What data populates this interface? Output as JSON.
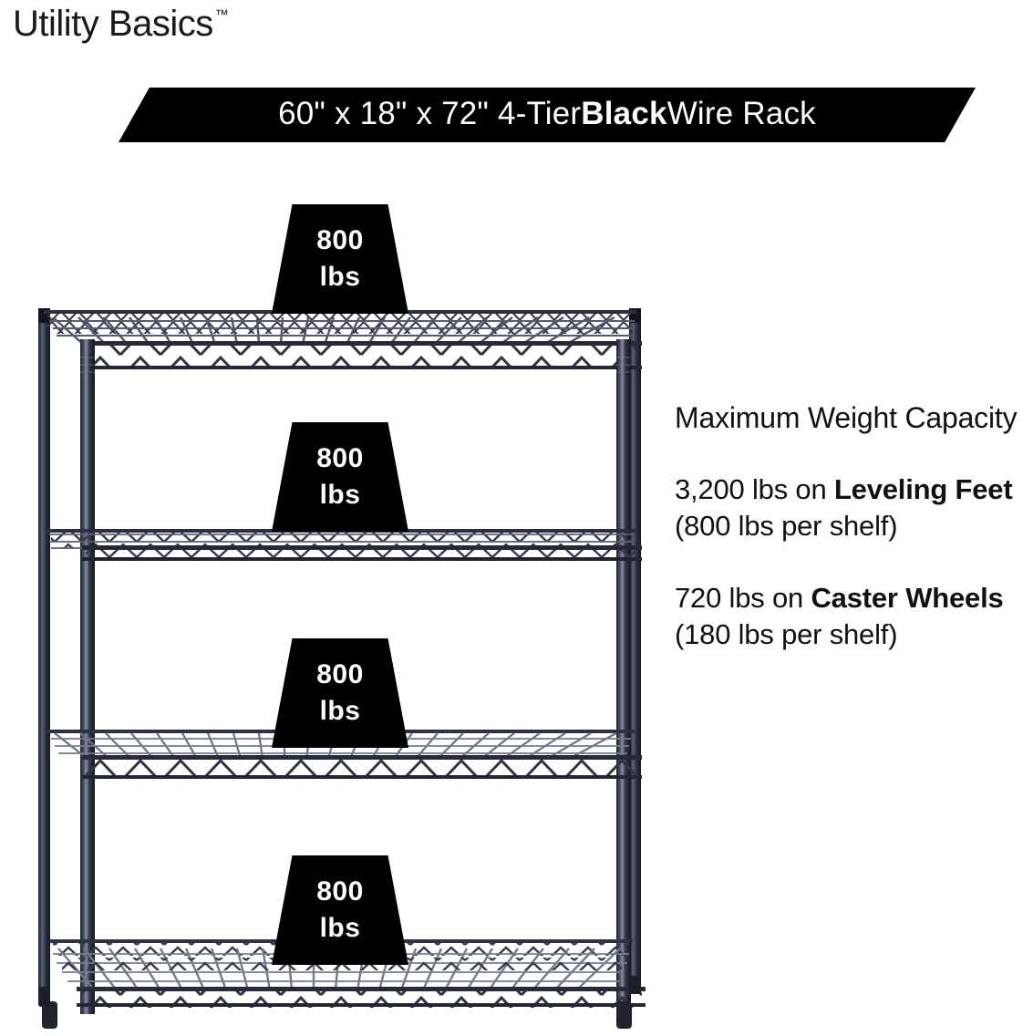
{
  "brand": {
    "name": "Utility Basics",
    "trademark": "™"
  },
  "banner": {
    "prefix": "60\" x 18\" x 72\" 4-Tier ",
    "emphasis": "Black",
    "suffix": " Wire Rack",
    "background_color": "#000000",
    "text_color": "#ffffff"
  },
  "badges": [
    {
      "value": "800",
      "unit": "lbs"
    },
    {
      "value": "800",
      "unit": "lbs"
    },
    {
      "value": "800",
      "unit": "lbs"
    },
    {
      "value": "800",
      "unit": "lbs"
    }
  ],
  "info": {
    "heading": "Maximum Weight Capacity",
    "paragraphs": [
      {
        "lead": "3,200 lbs on ",
        "emphasis": "Leveling Feet",
        "tail": " (800 lbs per shelf)"
      },
      {
        "lead": "720 lbs on ",
        "emphasis": "Caster Wheels",
        "tail": " (180 lbs per shelf)"
      }
    ]
  },
  "product": {
    "icon_name": "wire-shelving-rack",
    "tier_count": 4,
    "frame_color": "#2b2f3d",
    "wire_color": "#3a3f50",
    "background_color": "#ffffff"
  }
}
